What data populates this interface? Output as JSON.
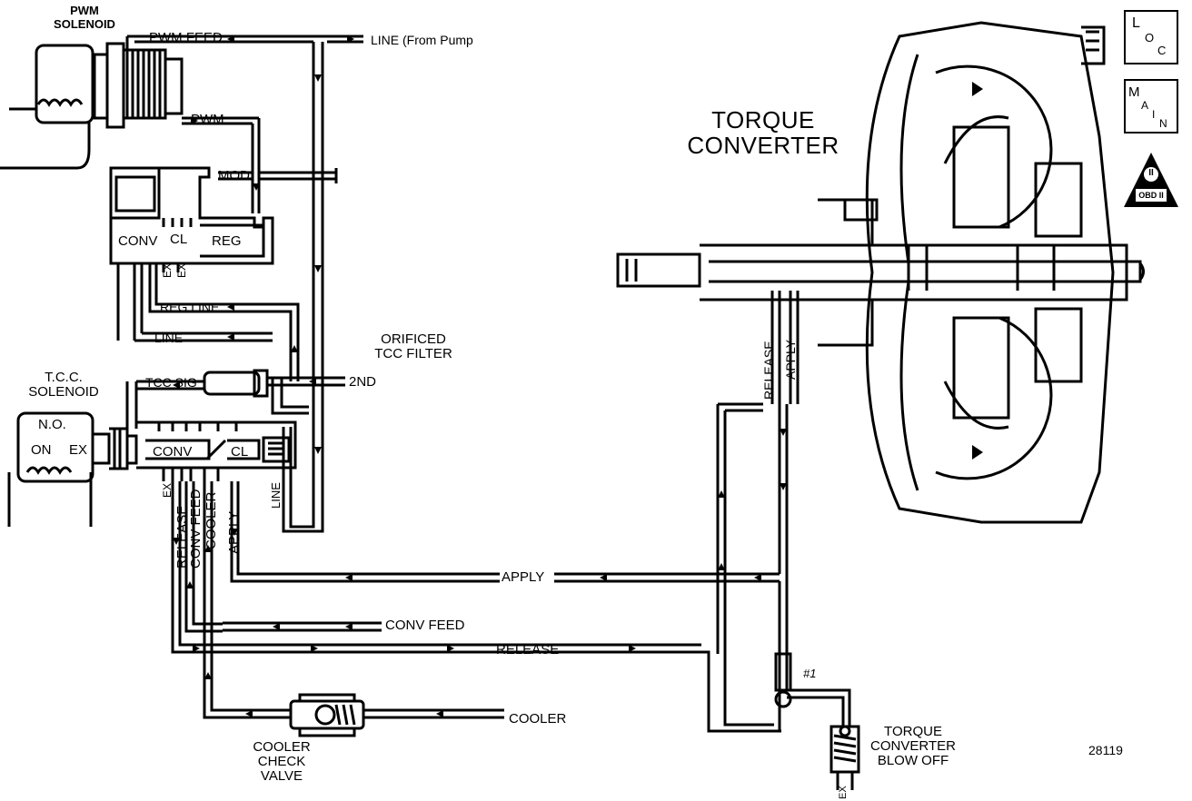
{
  "labels": {
    "pwm_solenoid": [
      "PWM",
      "SOLENOID"
    ],
    "pwm_feed": "PWM FEED",
    "line_from_pump": "LINE (From Pump",
    "pwm": "PWM",
    "mod": "MOD",
    "conv_upper": "CONV",
    "cl_upper": "CL",
    "reg": "REG",
    "ex_a": "EX",
    "ex_b": "EX",
    "reg_line": "REG LINE",
    "line_upper": "LINE",
    "orificed_tcc_filter": [
      "ORIFICED",
      "TCC FILTER"
    ],
    "tcc_sig": "TCC SIG",
    "second": "2ND",
    "tcc_solenoid": [
      "T.C.C.",
      "SOLENOID"
    ],
    "no": "N.O.",
    "on": "ON",
    "ex_sol": "EX",
    "conv_lower": "CONV",
    "cl_lower": "CL",
    "ex_lower": "EX",
    "line_lower": "LINE",
    "release_v": "RELEASE",
    "conv_feed_v": "CONV FEED",
    "cooler_v": "COOLER",
    "apply_v": "APPLY",
    "apply_h": "APPLY",
    "conv_feed_h": "CONV FEED",
    "release_h": "RELEASE",
    "cooler_h": "COOLER",
    "cooler_check_valve": [
      "COOLER",
      "CHECK",
      "VALVE"
    ],
    "torque_converter": [
      "TORQUE",
      "CONVERTER"
    ],
    "release_tc": "RELEASE",
    "apply_tc": "APPLY",
    "check_ball": "#1",
    "tc_blow_off": [
      "TORQUE",
      "CONVERTER",
      "BLOW OFF"
    ],
    "ex_blow": "EX",
    "figure_number": "28119"
  },
  "badges": {
    "loc": [
      "L",
      "O",
      "C"
    ],
    "main": [
      "M",
      "A",
      "I",
      "N"
    ],
    "obd": [
      "II",
      "OBD II"
    ]
  }
}
